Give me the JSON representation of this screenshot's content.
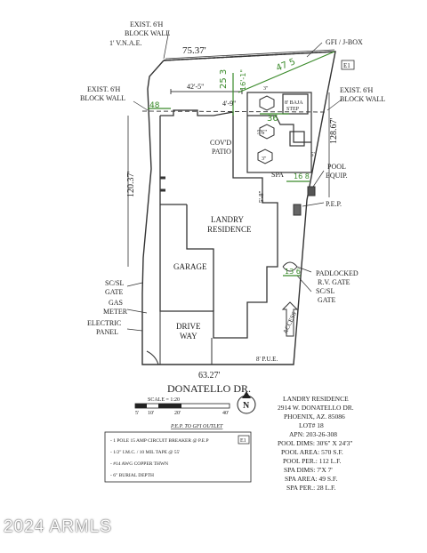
{
  "labels": {
    "exist_block_wall_top": "EXIST. 6'H",
    "exist_block_wall_top2": "BLOCK WALL",
    "vnae": "1' V.N.A.E.",
    "gfi_jbox": "GFI / J-BOX",
    "e1_top": "E1",
    "dim_top": "75.37'",
    "exist_block_wall_left1": "EXIST. 6'H",
    "exist_block_wall_left2": "BLOCK WALL",
    "exist_block_wall_right1": "EXIST. 6'H",
    "exist_block_wall_right2": "BLOCK WALL",
    "dim_42_5": "42'-5\"",
    "dim_4_9": "4'-9\"",
    "baja_step1": "8' BAJA",
    "baja_step2": "STEP",
    "covd_patio1": "COV'D",
    "covd_patio2": "PATIO",
    "dim_left": "120.37'",
    "dim_right": "128.67'",
    "spa": "SPA",
    "pool_equip1": "POOL",
    "pool_equip2": "EQUIP.",
    "pep": "P.E.P.",
    "dim_5": "5'",
    "dim_5_8": "5'-8\"",
    "residence1": "LANDRY",
    "residence2": "RESIDENCE",
    "garage": "GARAGE",
    "padlocked1": "PADLOCKED",
    "padlocked2": "R.V. GATE",
    "scsl_gate_left1": "SC/SL",
    "scsl_gate_left2": "GATE",
    "scsl_gate_right1": "SC/SL",
    "scsl_gate_right2": "GATE",
    "gas_meter1": "GAS",
    "gas_meter2": "METER",
    "electric_panel1": "ELECTRIC",
    "electric_panel2": "PANEL",
    "driveway1": "DRIVE",
    "driveway2": "WAY",
    "access": "ACCESS",
    "pue": "8' P.U.E.",
    "dim_bottom": "63.27'",
    "street": "DONATELLO DR.",
    "hex_3": "3\"",
    "hex_5_6": "5'6\"",
    "hand_475": "47 5",
    "hand_253": "25 3",
    "hand_161": "16'-1\"",
    "hand_48": "48",
    "hand_36": "36",
    "hand_168": "16 8",
    "hand_136": "13 6"
  },
  "scale": {
    "label": "SCALE = 1:20",
    "ticks": [
      "5'",
      "10'",
      "20'",
      "40'"
    ]
  },
  "north": "N",
  "info": {
    "lines": [
      "LANDRY RESIDENCE",
      "2914 W. DONATELLO DR.",
      "PHOENIX, AZ. 85086",
      "LOT# 18",
      "APN: 203-26-308",
      "POOL DIMS: 30'6\" X 24'3\"",
      "POOL AREA: 570 S.F.",
      "POOL PER.: 112 L.F.",
      "SPA  DIMS: 7'X 7'",
      "SPA AREA: 49 S.F.",
      "SPA PER.: 28 L.F."
    ]
  },
  "pep_box": {
    "title": "P.E.P. TO GFI OUTLET",
    "tag": "E1",
    "items": [
      "- 1 POLE 15 AMP CIRCUIT BREAKER @ P.E.P",
      "- 1/2\" I.M.C. / 10 MIL TAPE @ 55'",
      "- #14 AWG COPPER THWN",
      "- 6\" BURIAL DEPTH"
    ]
  },
  "watermark": "2024 ARMLS"
}
